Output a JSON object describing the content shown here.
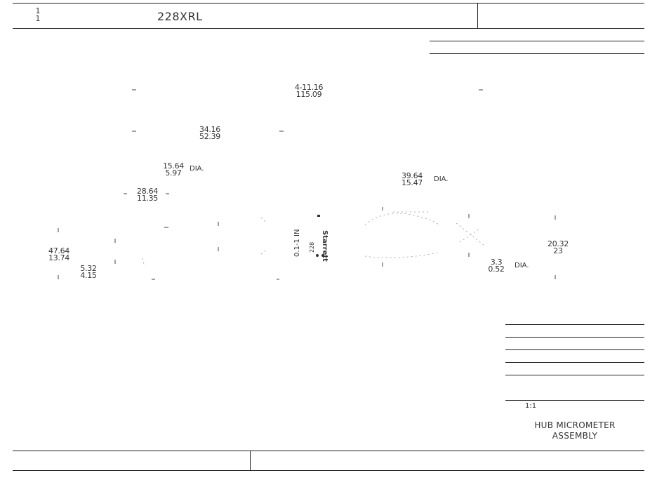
{
  "header": {
    "sheet_top": "1",
    "sheet_bottom": "1",
    "model": "228XRL"
  },
  "dimensions": {
    "overall_length": {
      "top": "4-11.16",
      "bottom": "115.09"
    },
    "inner_length": {
      "top": "34.16",
      "bottom": "52.39"
    },
    "dia_small": {
      "top": "15.64",
      "bottom": "5.97",
      "suffix": "DIA."
    },
    "width_mid": {
      "top": "28.64",
      "bottom": "11.35"
    },
    "height_left": {
      "top": "47.64",
      "bottom": "13.74"
    },
    "offset_left": {
      "top": "5.32",
      "bottom": "4.15"
    },
    "dia_right": {
      "top": "39.64",
      "bottom": "15.47",
      "suffix": "DIA."
    },
    "dia_bolt": {
      "top": "3.3",
      "bottom": "0.52",
      "suffix": "DIA."
    },
    "height_right": {
      "top": "20.32",
      "bottom": "23"
    }
  },
  "part_marking": {
    "line1": "Starrett",
    "line2": "0.1-1 IN",
    "line3": "228"
  },
  "title_block": {
    "scale_label": "1:1",
    "assembly_line1": "HUB MICROMETER",
    "assembly_line2": "ASSEMBLY"
  }
}
